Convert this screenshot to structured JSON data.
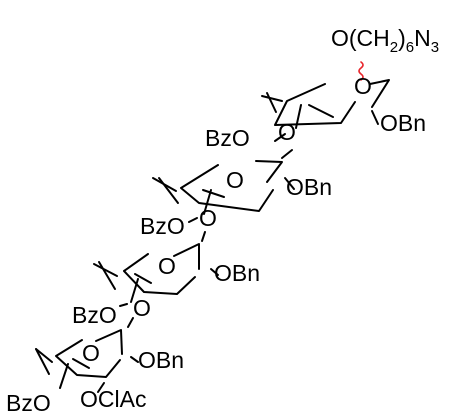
{
  "aglycone": {
    "prefix": "O(CH",
    "sub1": "2",
    "middle": ")",
    "sub2": "6",
    "tail": "N",
    "sub3": "3"
  },
  "units": [
    {
      "ring_oxygen": "O",
      "linkage_oxygen": "O",
      "substituent_c2": "OBn",
      "substituent_c4": "BzO"
    },
    {
      "ring_oxygen": "O",
      "linkage_oxygen": "O",
      "substituent_c2": "OBn",
      "substituent_c4": "BzO"
    },
    {
      "ring_oxygen": "O",
      "linkage_oxygen": "O",
      "substituent_c2": "OBn",
      "substituent_c4": "BzO"
    },
    {
      "ring_oxygen": "O",
      "substituent_c2": "OBn",
      "substituent_c3": "OClAc",
      "substituent_c4": "BzO"
    }
  ],
  "colors": {
    "bond": "#000000",
    "stereo_undefined": "#e8262c"
  }
}
